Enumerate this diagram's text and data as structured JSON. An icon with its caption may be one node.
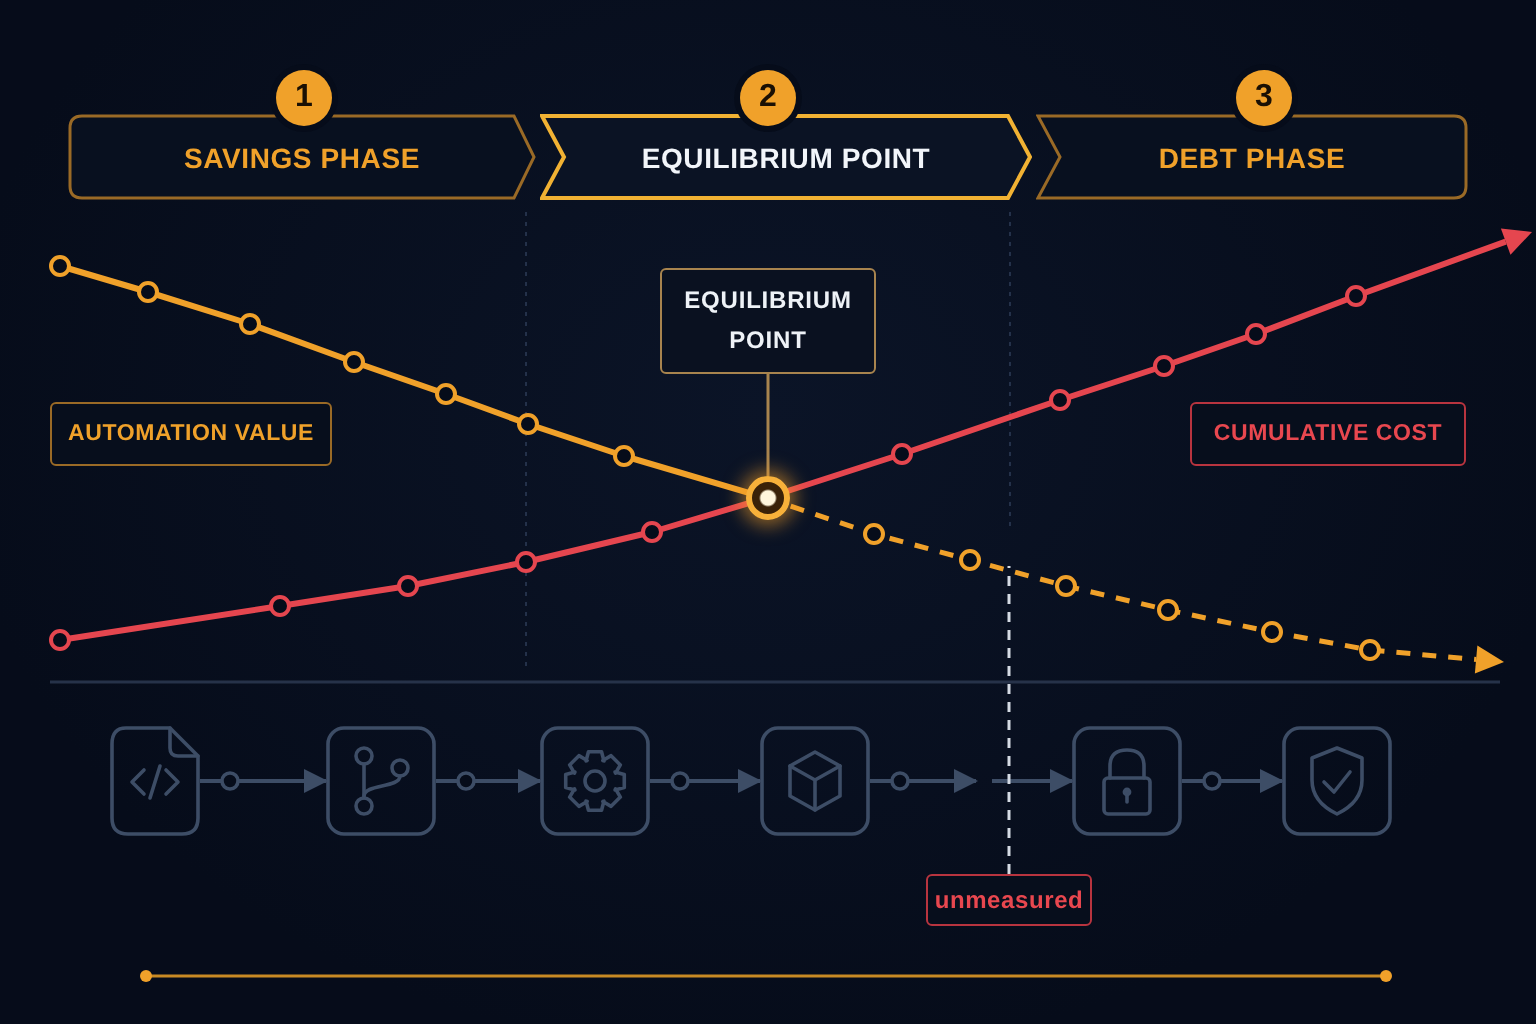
{
  "diagram": {
    "nodes": [
      {
        "text": [
          "1",
          "SAVINGS PHASE"
        ]
      },
      {
        "text": [
          "2",
          "EQUILIBRIUM POINT"
        ]
      },
      {
        "text": [
          "3",
          "DEBT PHASE"
        ]
      },
      {
        "text": [
          "EQUILIBRIUM POINT"
        ]
      },
      {
        "text": [
          "AUTOMATION VALUE"
        ]
      },
      {
        "text": [
          "CUMULATIVE COST"
        ]
      },
      {
        "text": [],
        "shape": "circle"
      },
      {
        "text": [],
        "shape": "picture"
      },
      {
        "text": [],
        "shape": "picture"
      },
      {
        "text": [],
        "shape": "picture"
      },
      {
        "text": [],
        "shape": "picture"
      },
      {
        "text": [],
        "shape": "picture"
      },
      {
        "text": [],
        "shape": "picture"
      },
      {
        "text": [
          "unmeasured"
        ]
      }
    ],
    "edges": [
      {
        "from": 3,
        "to": 6,
        "arrow": "none",
        "color": "#a8844e"
      },
      {
        "from": 7,
        "to": 8,
        "arrow": "to"
      },
      {
        "from": 8,
        "to": 9,
        "arrow": "to"
      },
      {
        "from": 9,
        "to": 10,
        "arrow": "to"
      },
      {
        "from": 10,
        "to": null,
        "arrow": "to"
      },
      {
        "from": null,
        "to": 11,
        "arrow": "to"
      },
      {
        "from": 11,
        "to": 12,
        "arrow": "to"
      },
      {
        "from": 13,
        "to": null,
        "arrow": "none",
        "style": "dashed",
        "color": "#d5dbe4"
      }
    ]
  }
}
